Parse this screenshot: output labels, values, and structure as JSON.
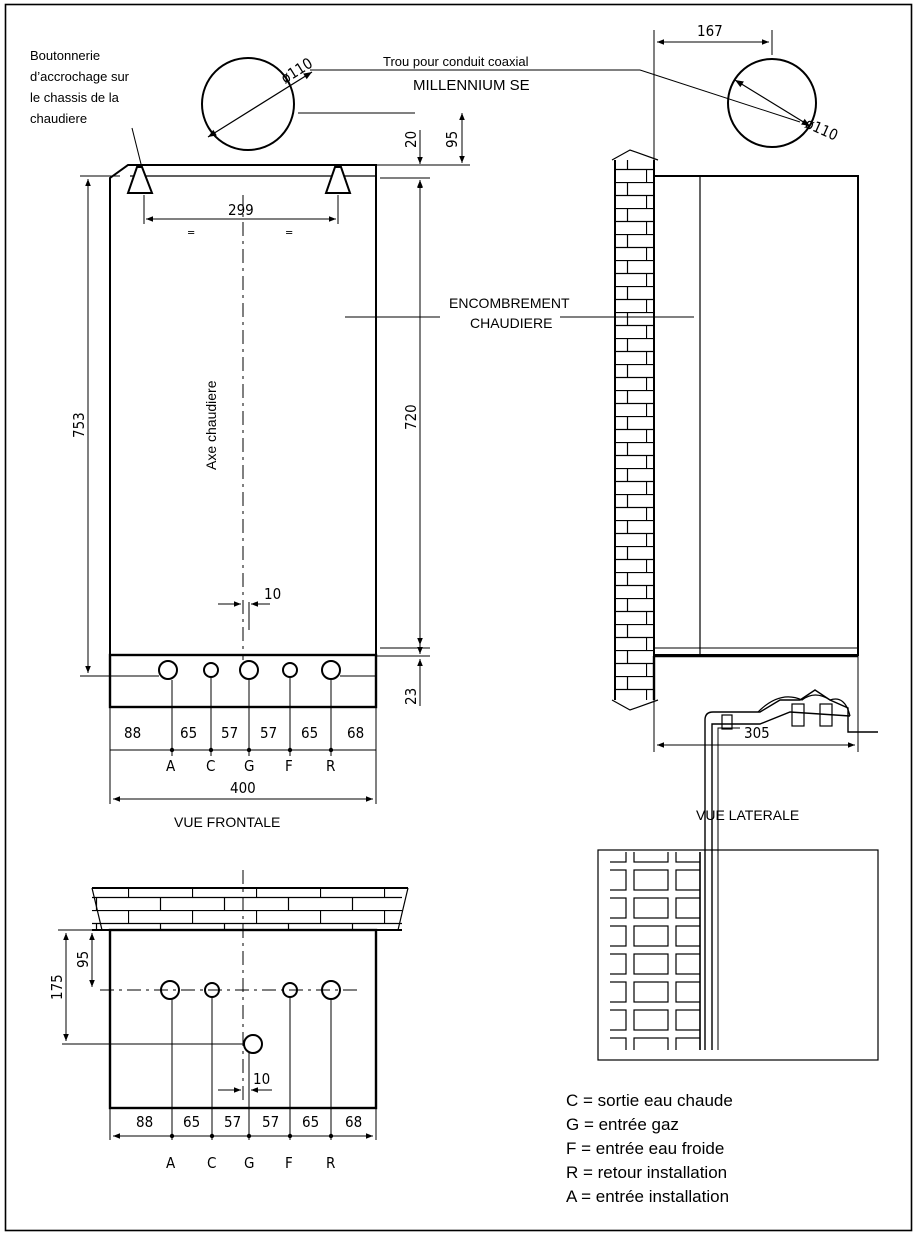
{
  "labels": {
    "boutonnerie": [
      "Boutonnerie",
      "d’accrochage sur",
      "le chassis de la",
      "chaudiere"
    ],
    "trou_conduit": "Trou pour conduit coaxial",
    "millennium": "MILLENNIUM SE",
    "encombrement": [
      "ENCOMBREMENT",
      "CHAUDIERE"
    ],
    "axe": "Axe chaudiere",
    "vue_frontale": "VUE FRONTALE",
    "vue_laterale": "VUE LATERALE"
  },
  "dims": {
    "dia_front": "ø110",
    "dia_side": "ø110",
    "side_offset": "167",
    "d20": "20",
    "d95": "95",
    "d299": "299",
    "eq": "=",
    "d753": "753",
    "d720": "720",
    "d10": "10",
    "d23": "23",
    "d400": "400",
    "d305": "305",
    "d175": "175",
    "d95b": "95",
    "d10b": "10"
  },
  "spacing": [
    "88",
    "65",
    "57",
    "57",
    "65",
    "68"
  ],
  "connection_letters": [
    "A",
    "C",
    "G",
    "F",
    "R"
  ],
  "legend": [
    "C = sortie eau chaude",
    "G = entrée gaz",
    "F = entrée eau froide",
    "R = retour installation",
    "A = entrée installation"
  ]
}
